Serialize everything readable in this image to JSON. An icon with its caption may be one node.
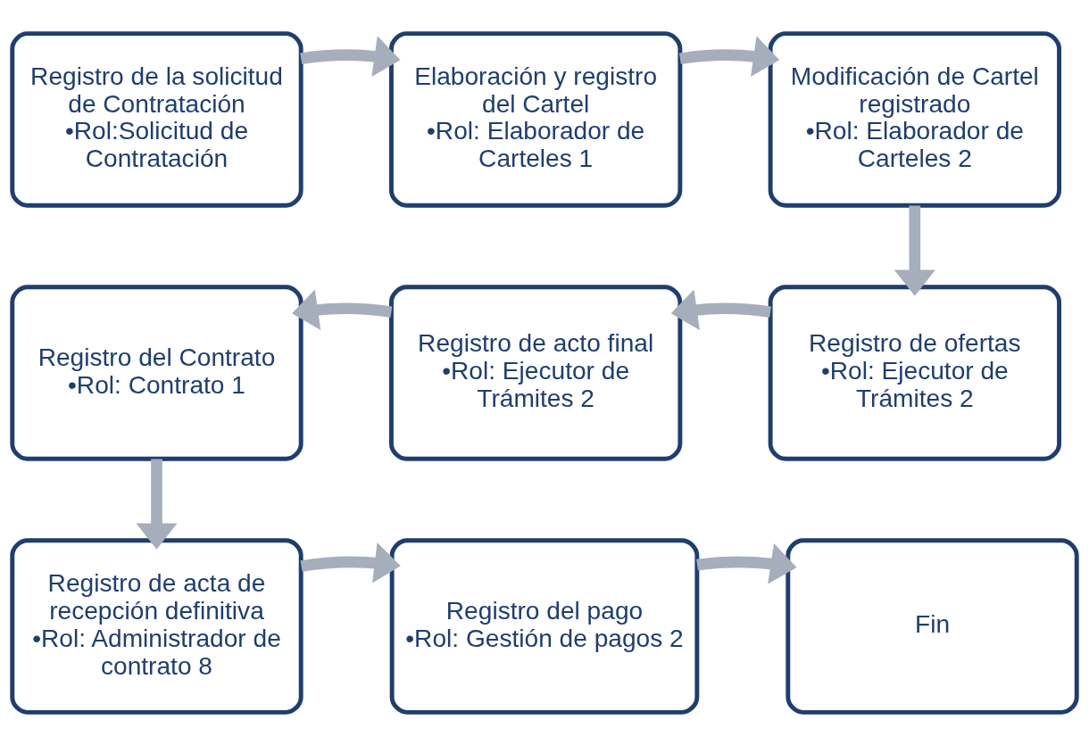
{
  "diagram": {
    "nodes": [
      {
        "text": [
          "Registro de la solicitud de Contratación",
          "•Rol:Solicitud de Contratación"
        ]
      },
      {
        "text": [
          "Elaboración y registro del Cartel",
          "•Rol: Elaborador de Carteles 1"
        ]
      },
      {
        "text": [
          "Modificación de Cartel registrado",
          "•Rol: Elaborador de Carteles 2"
        ]
      },
      {
        "text": [
          "Registro del Contrato",
          "•Rol: Contrato 1"
        ]
      },
      {
        "text": [
          "Registro de acto final",
          "•Rol: Ejecutor de Trámites 2"
        ]
      },
      {
        "text": [
          "Registro de ofertas",
          "•Rol: Ejecutor de Trámites 2"
        ]
      },
      {
        "text": [
          "Registro de acta de recepción definitiva",
          "•Rol: Administrador de contrato 8"
        ]
      },
      {
        "text": [
          "Registro del pago",
          "•Rol: Gestión de pagos 2"
        ]
      },
      {
        "text": [
          "Fin"
        ]
      }
    ],
    "edges": [
      {
        "from": 0,
        "to": 1,
        "arrow": "to"
      },
      {
        "from": 1,
        "to": 2,
        "arrow": "to"
      },
      {
        "from": 2,
        "to": 5,
        "arrow": "to"
      },
      {
        "from": 5,
        "to": 4,
        "arrow": "to"
      },
      {
        "from": 4,
        "to": 3,
        "arrow": "to"
      },
      {
        "from": 3,
        "to": 6,
        "arrow": "to"
      },
      {
        "from": 6,
        "to": 7,
        "arrow": "to"
      },
      {
        "from": 7,
        "to": 8,
        "arrow": "to"
      }
    ]
  }
}
